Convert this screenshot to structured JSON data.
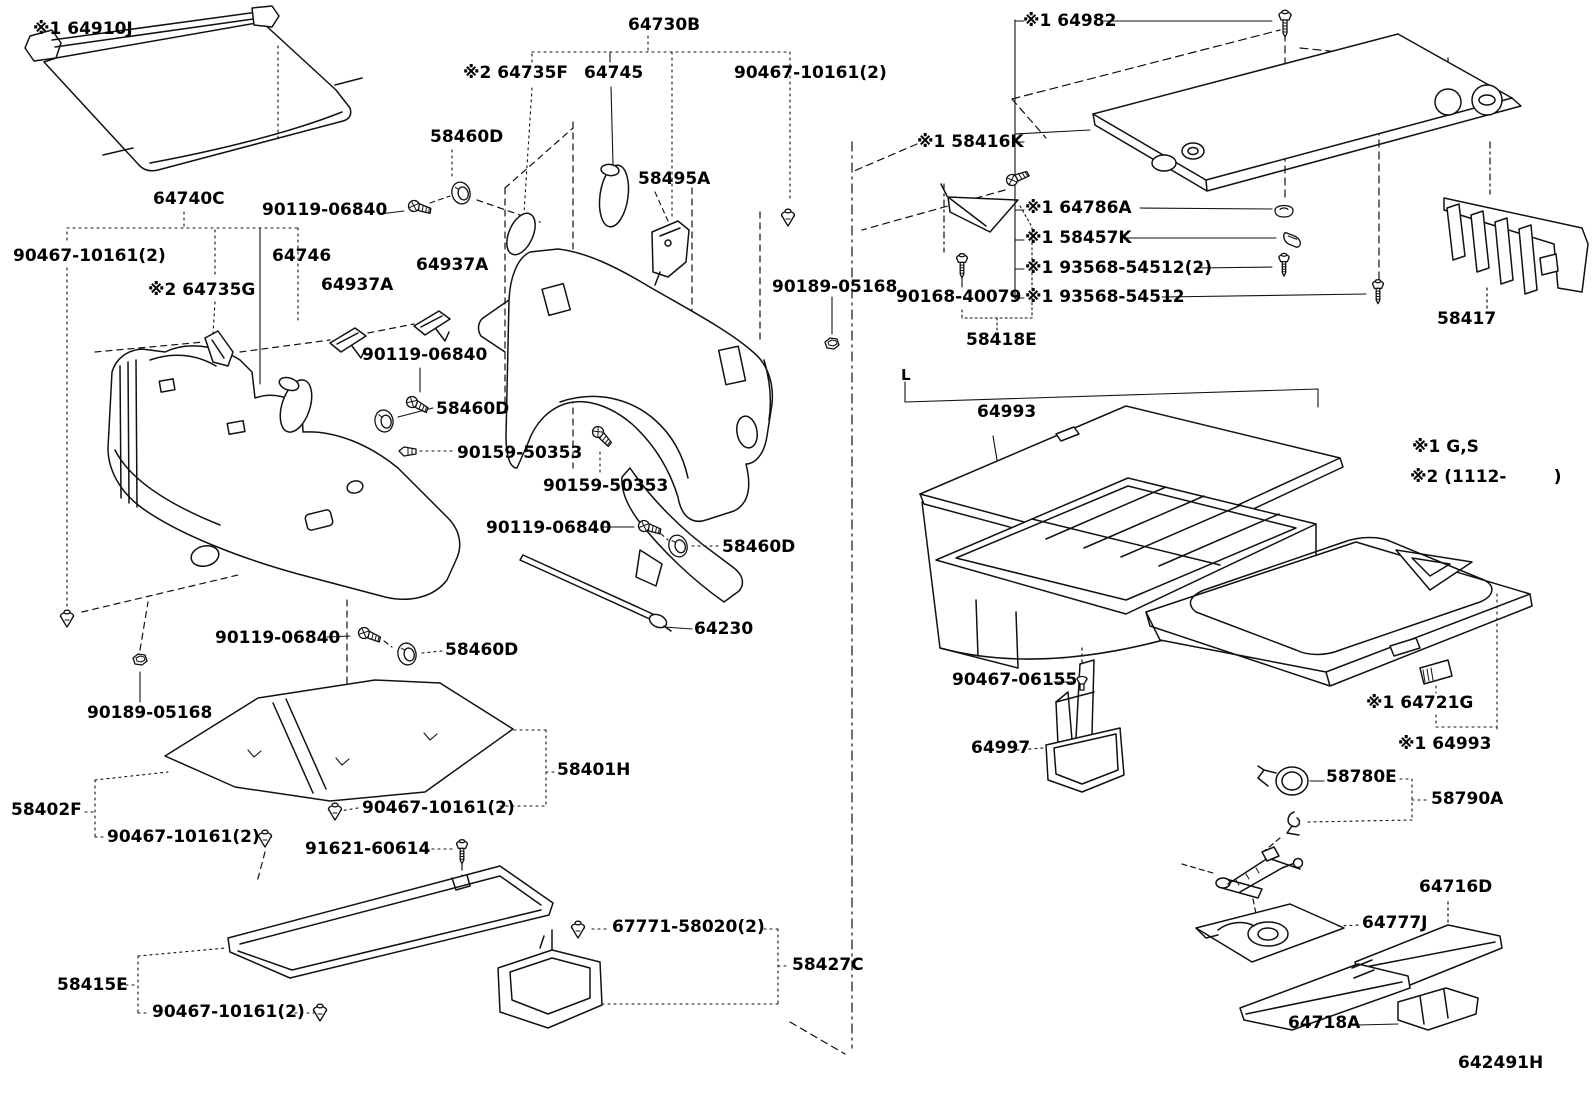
{
  "labels": [
    {
      "part": "64910J",
      "text": "※1 64910J"
    },
    {
      "part": "64740C",
      "text": "64740C"
    },
    {
      "part": "90119-06840-a",
      "text": "90119-06840"
    },
    {
      "part": "58460D-a",
      "text": "58460D"
    },
    {
      "part": "90467-10161-a",
      "text": "90467-10161(2)"
    },
    {
      "part": "64735G",
      "text": "※2 64735G"
    },
    {
      "part": "64746",
      "text": "64746"
    },
    {
      "part": "64937A-a",
      "text": "64937A"
    },
    {
      "part": "64937A-b",
      "text": "64937A"
    },
    {
      "part": "90119-06840-b",
      "text": "90119-06840"
    },
    {
      "part": "58460D-b",
      "text": "58460D"
    },
    {
      "part": "90159-50353-a",
      "text": "90159-50353"
    },
    {
      "part": "90159-50353-b",
      "text": "90159-50353"
    },
    {
      "part": "90119-06840-c",
      "text": "90119-06840"
    },
    {
      "part": "58460D-c",
      "text": "58460D"
    },
    {
      "part": "90119-06840-d",
      "text": "90119-06840"
    },
    {
      "part": "58460D-d",
      "text": "58460D"
    },
    {
      "part": "64230",
      "text": "64230"
    },
    {
      "part": "90189-05168-a",
      "text": "90189-05168"
    },
    {
      "part": "58402F",
      "text": "58402F"
    },
    {
      "part": "90467-10161-b",
      "text": "90467-10161(2)"
    },
    {
      "part": "58401H",
      "text": "58401H"
    },
    {
      "part": "90467-10161-c",
      "text": "90467-10161(2)"
    },
    {
      "part": "91621-60614",
      "text": "91621-60614"
    },
    {
      "part": "67771-58020",
      "text": "67771-58020(2)"
    },
    {
      "part": "58427C",
      "text": "58427C"
    },
    {
      "part": "58415E",
      "text": "58415E"
    },
    {
      "part": "90467-10161-d",
      "text": "90467-10161(2)"
    },
    {
      "part": "64730B",
      "text": "64730B"
    },
    {
      "part": "64735F",
      "text": "※2 64735F"
    },
    {
      "part": "64745",
      "text": "64745"
    },
    {
      "part": "90467-10161-e",
      "text": "90467-10161(2)"
    },
    {
      "part": "58495A",
      "text": "58495A"
    },
    {
      "part": "90189-05168-b",
      "text": "90189-05168"
    },
    {
      "part": "64982",
      "text": "※1 64982"
    },
    {
      "part": "58416K",
      "text": "※1 58416K"
    },
    {
      "part": "64786A",
      "text": "※1 64786A"
    },
    {
      "part": "58457K",
      "text": "※1 58457K"
    },
    {
      "part": "93568-54512-2",
      "text": "※1 93568-54512(2)"
    },
    {
      "part": "93568-54512",
      "text": "※1 93568-54512"
    },
    {
      "part": "90168-40079",
      "text": "90168-40079"
    },
    {
      "part": "58418E",
      "text": "58418E"
    },
    {
      "part": "58417",
      "text": "58417"
    },
    {
      "part": "group-marker",
      "text": "L"
    },
    {
      "part": "64993-upper",
      "text": "64993"
    },
    {
      "part": "note-1",
      "text": "※1 G,S"
    },
    {
      "part": "note-2",
      "text": "※2 (1112-        )"
    },
    {
      "part": "90467-06155",
      "text": "90467-06155"
    },
    {
      "part": "64997",
      "text": "64997"
    },
    {
      "part": "64721G",
      "text": "※1 64721G"
    },
    {
      "part": "64993-lower",
      "text": "※1 64993"
    },
    {
      "part": "58780E",
      "text": "58780E"
    },
    {
      "part": "58790A",
      "text": "58790A"
    },
    {
      "part": "64716D",
      "text": "64716D"
    },
    {
      "part": "64777J",
      "text": "64777J"
    },
    {
      "part": "64718A",
      "text": "64718A"
    },
    {
      "part": "figure-code",
      "text": "642491H"
    }
  ]
}
